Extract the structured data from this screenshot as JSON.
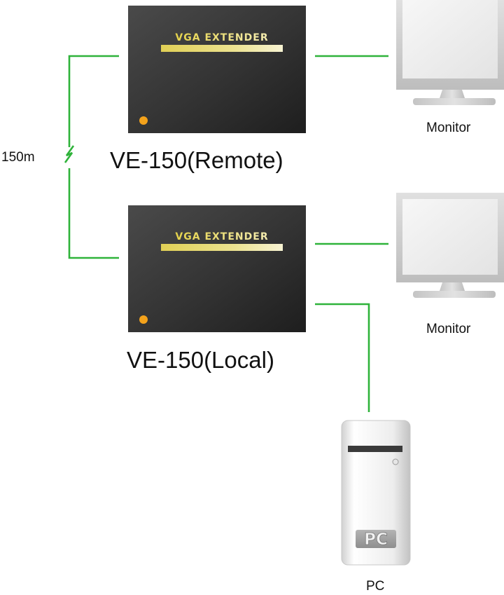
{
  "remote": {
    "panel_text": "VGA EXTENDER",
    "label": "VE-150(Remote)"
  },
  "local": {
    "panel_text": "VGA EXTENDER",
    "label": "VE-150(Local)"
  },
  "monitor_top": {
    "label": "Monitor"
  },
  "monitor_bottom": {
    "label": "Monitor"
  },
  "pc": {
    "label": "PC",
    "badge": "PC"
  },
  "link": {
    "distance": "150m"
  },
  "colors": {
    "cable": "#2fb33a",
    "box": "#2f2f2f",
    "stripe": "#e8dc78",
    "led": "#f3a21b"
  }
}
